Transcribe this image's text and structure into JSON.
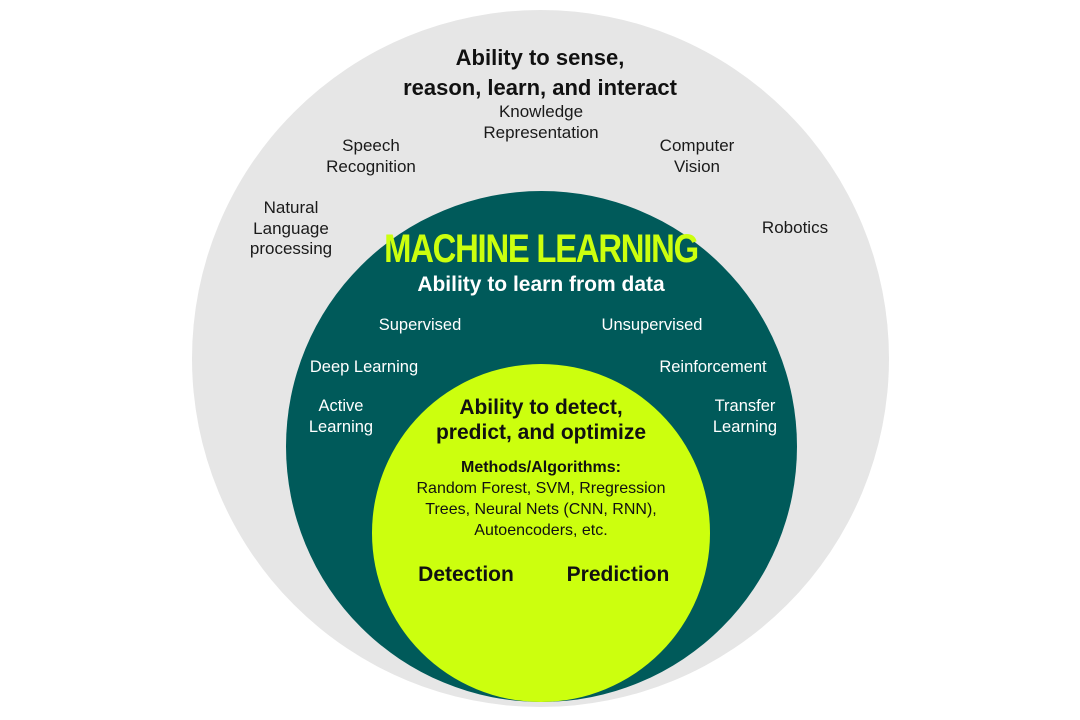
{
  "colors": {
    "outer": "#e6e6e6",
    "middle": "#005a5a",
    "inner": "#ccff0e",
    "accent_text": "#ccff0e"
  },
  "outer_ring": {
    "title": "Ability to sense,\nreason, learn, and interact",
    "items": {
      "knowledge_representation": "Knowledge\nRepresentation",
      "speech_recognition": "Speech\nRecognition",
      "computer_vision": "Computer\nVision",
      "natural_language_processing": "Natural\nLanguage\nprocessing",
      "robotics": "Robotics"
    }
  },
  "machine_learning": {
    "title": "MACHINE LEARNING",
    "subtitle": "Ability to learn from data",
    "items": {
      "supervised": "Supervised",
      "unsupervised": "Unsupervised",
      "deep_learning": "Deep Learning",
      "reinforcement": "Reinforcement",
      "active_learning": "Active\nLearning",
      "transfer_learning": "Transfer\nLearning"
    }
  },
  "core": {
    "title": "Ability to detect,\npredict, and optimize",
    "methods_heading": "Methods/Algorithms:",
    "methods_text": "Random Forest, SVM, Rregression\nTrees, Neural Nets (CNN, RNN),\nAutoencoders, etc.",
    "detection": "Detection",
    "prediction": "Prediction"
  }
}
